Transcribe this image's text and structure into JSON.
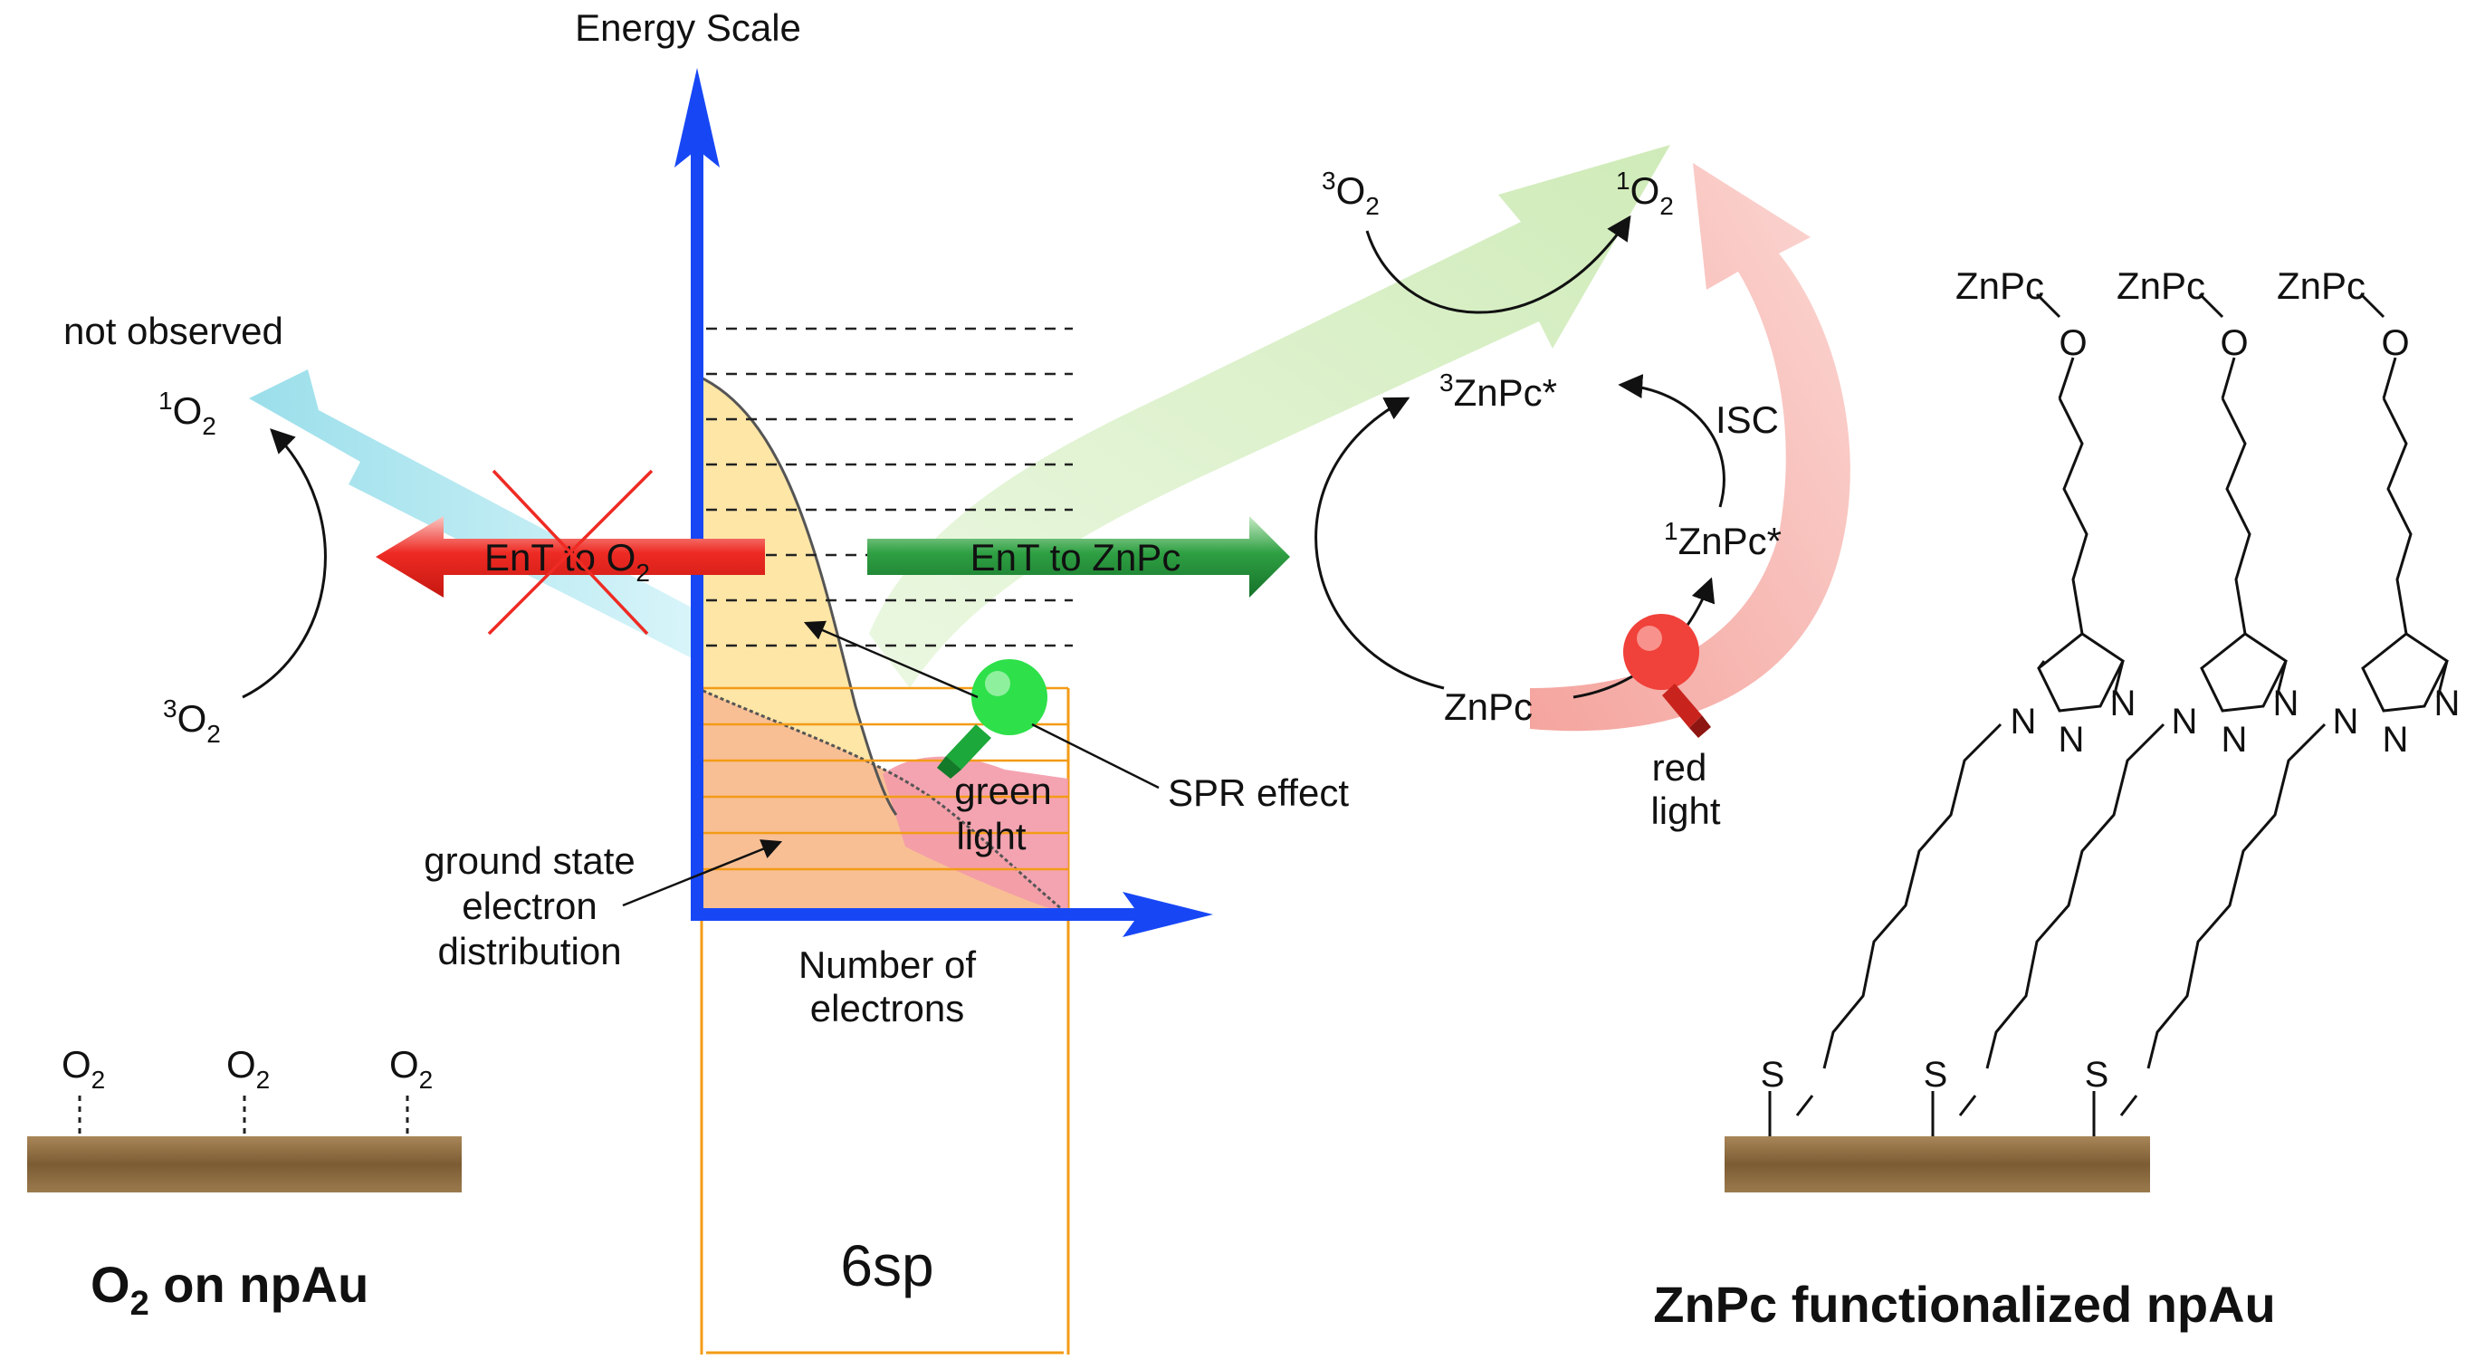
{
  "axes": {
    "y_label": "Energy Scale",
    "x_label_line1": "Number of",
    "x_label_line2": "electrons"
  },
  "band_label": "6sp",
  "left_panel": {
    "not_observed": "not observed",
    "singlet_o2": {
      "sup": "1",
      "base": "O",
      "sub": "2"
    },
    "triplet_o2": {
      "sup": "3",
      "base": "O",
      "sub": "2"
    },
    "ent_arrow": {
      "text": "EnT to O",
      "sub": "2"
    },
    "surface_labels": [
      {
        "base": "O",
        "sub": "2"
      },
      {
        "base": "O",
        "sub": "2"
      },
      {
        "base": "O",
        "sub": "2"
      }
    ],
    "caption": {
      "base": "O",
      "sub": "2",
      "rest": " on npAu"
    }
  },
  "center": {
    "ground_state_line1": "ground state",
    "ground_state_line2": "electron",
    "ground_state_line3": "distribution",
    "green_light_line1": "green",
    "green_light_line2": "light",
    "spr_effect": "SPR effect",
    "ent_znpc": "EnT to ZnPc"
  },
  "right_cycle": {
    "triplet_o2": {
      "sup": "3",
      "base": "O",
      "sub": "2"
    },
    "singlet_o2": {
      "sup": "1",
      "base": "O",
      "sub": "2"
    },
    "triplet_znpc": {
      "sup": "3",
      "base": "ZnPc*"
    },
    "singlet_znpc": {
      "sup": "1",
      "base": "ZnPc*"
    },
    "isc": "ISC",
    "znpc": "ZnPc",
    "red_light_line1": "red",
    "red_light_line2": "light"
  },
  "structure": {
    "znpc_labels": [
      "ZnPc",
      "ZnPc",
      "ZnPc"
    ],
    "o_atom": "O",
    "n_atom": "N",
    "s_atom": "S",
    "caption": "ZnPc functionalized npAu"
  },
  "colors": {
    "axis_blue": "#1747f5",
    "band_orange": "#f39b16",
    "ent_red": "#ee2b24",
    "ent_green": "#1d8a34",
    "cyan_arrow": "#9fe1ec",
    "pale_green_arrow": "#d9f0c8",
    "pink_arrow": "#f7b8b3",
    "gold_fill": "#fde6a6",
    "salmon_fill": "#f8bf95",
    "pink_fill": "#f39aa9",
    "gold_surface": "#8a6a3e"
  },
  "icons": [
    "green-bulb-icon",
    "red-bulb-icon"
  ]
}
